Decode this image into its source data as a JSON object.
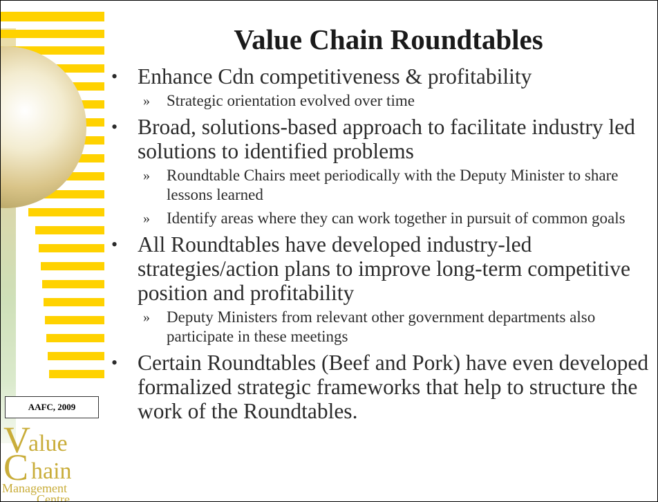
{
  "slide": {
    "title": "Value Chain Roundtables",
    "badge": "AAFC, 2009",
    "logo": {
      "line1": "Value",
      "line2": "Chain",
      "line3": "Management",
      "line4": "Centre"
    },
    "bullet_marker": "•",
    "sub_marker": "»",
    "bullets": [
      {
        "text": "Enhance Cdn competitiveness & profitability"
      },
      {
        "text": "Strategic orientation evolved over time"
      },
      {
        "text": "Broad, solutions-based approach to facilitate industry led solutions to identified problems"
      },
      {
        "text": "Roundtable Chairs meet periodically with the Deputy Minister to share lessons learned"
      },
      {
        "text": "Identify areas where they can work together in pursuit of common goals"
      },
      {
        "text": "All Roundtables have developed industry-led strategies/action plans to improve long-term competitive position and profitability"
      },
      {
        "text": "Deputy Ministers from relevant other government departments also participate in these meetings"
      },
      {
        "text": "Certain Roundtables (Beef and Pork) have even developed formalized strategic frameworks that help to structure the work of the Roundtables."
      }
    ]
  },
  "colors": {
    "stripe": "#ffd200",
    "logo": "#c9ad3a",
    "text": "#2b2b2b"
  }
}
